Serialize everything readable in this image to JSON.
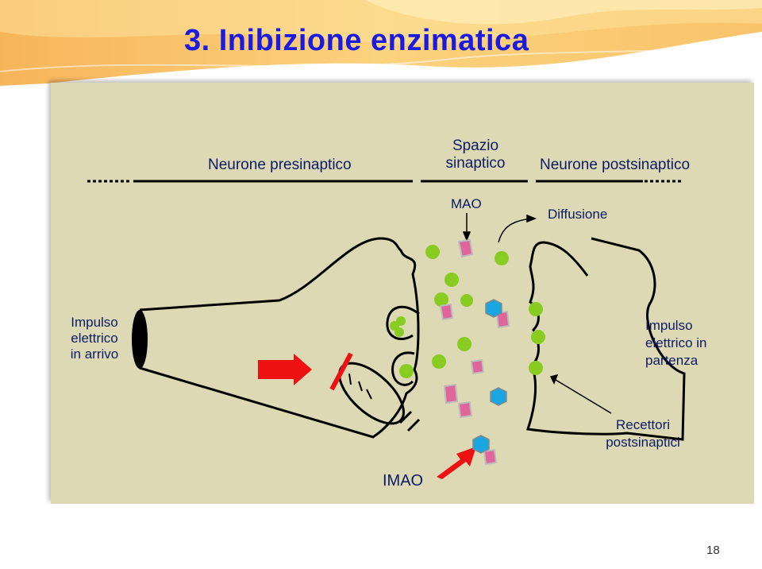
{
  "slide": {
    "title": "3. Inibizione enzimatica",
    "page_number": "18"
  },
  "labels": {
    "presynaptic": "Neurone presinaptico",
    "synaptic_space_line1": "Spazio",
    "synaptic_space_line2": "sinaptico",
    "postsynaptic": "Neurone postsinaptico",
    "mao": "MAO",
    "diffusion": "Diffusione",
    "impulse_in_line1": "Impulso",
    "impulse_in_line2": "elettrico",
    "impulse_in_line3": "in arrivo",
    "impulse_out_line1": "Impulso",
    "impulse_out_line2": "elettrico in",
    "impulse_out_line3": "partenza",
    "receptors_line1": "Recettori",
    "receptors_line2": "postsinaptici",
    "imao": "IMAO"
  },
  "colors": {
    "title": "#1a1ae0",
    "panel": "#ddd9b5",
    "neurotransmitter": "#88cc22",
    "mao_enzyme": "#e0659a",
    "imao_inhibitor": "#1aa6e0",
    "arrow": "#ee1111"
  }
}
